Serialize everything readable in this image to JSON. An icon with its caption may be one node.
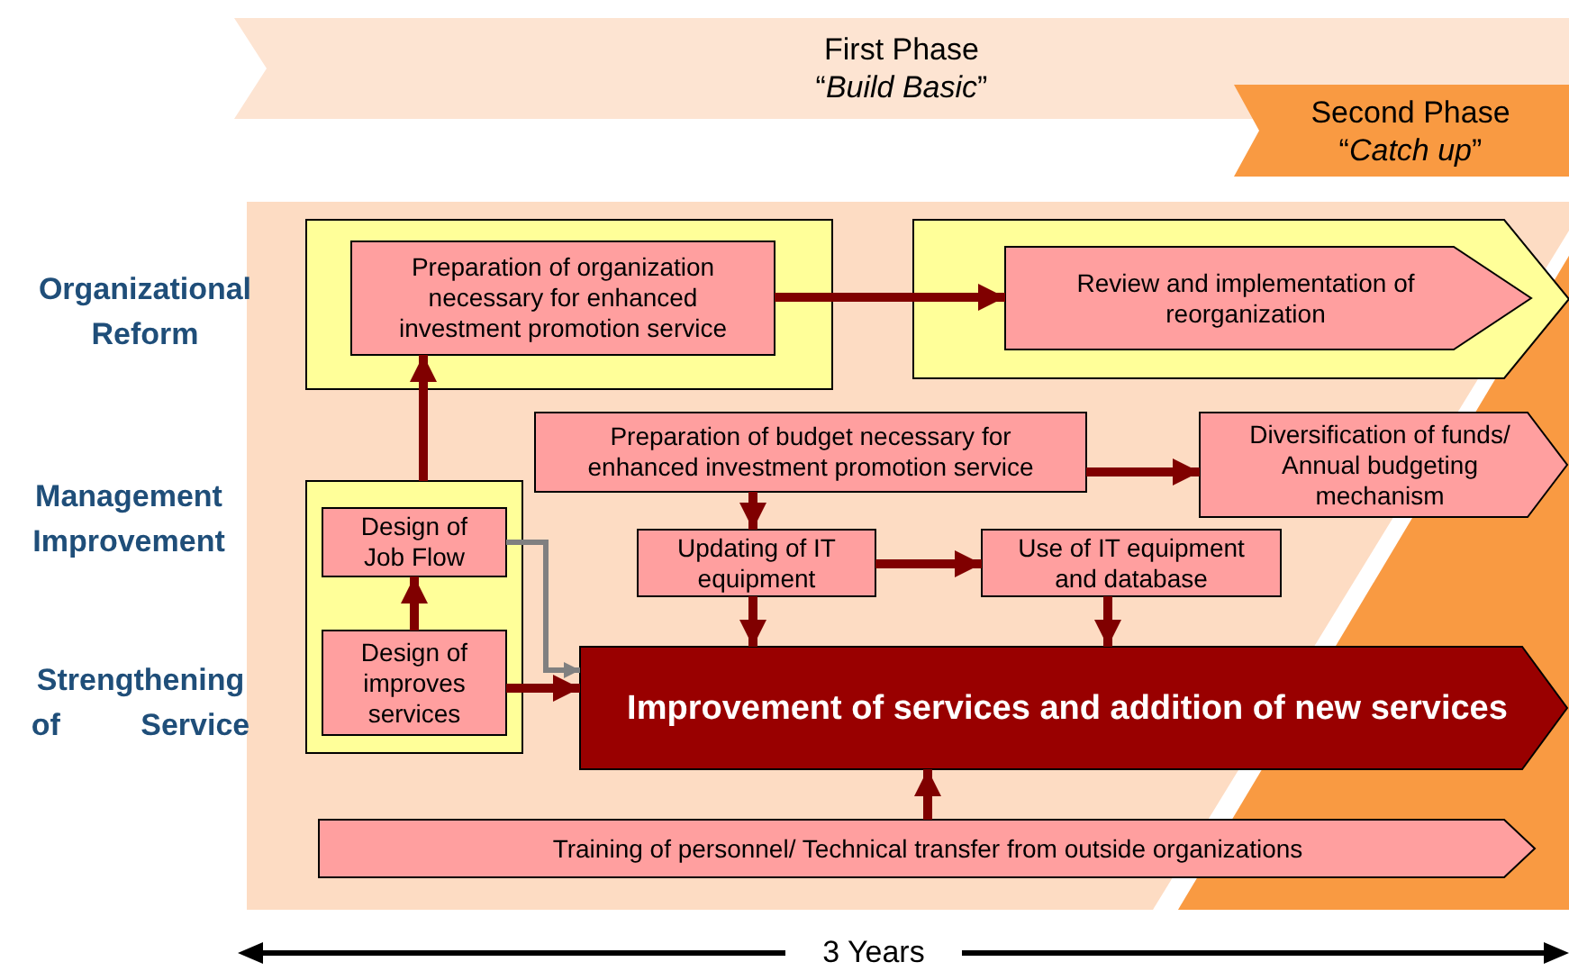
{
  "diagram": {
    "nodes": [
      {
        "text": [
          "First Phase",
          "“*Build Basic*”"
        ]
      },
      {
        "text": [
          "Second Phase",
          "“*Catch up*”"
        ]
      },
      {
        "text": [],
        "shape": "box"
      },
      {
        "text": [
          "Preparation of organization necessary for enhanced investment promotion service"
        ],
        "in": 2
      },
      {
        "text": [],
        "shape": "pentagon"
      },
      {
        "text": [
          "Review and implementation of reorganization"
        ],
        "in": 4
      },
      {
        "text": [
          "Preparation of budget necessary for enhanced investment promotion service"
        ]
      },
      {
        "text": [
          "Diversification of funds/ Annual budgeting mechanism"
        ]
      },
      {
        "text": [],
        "shape": "box"
      },
      {
        "text": [
          "Design of Job Flow"
        ],
        "in": 8
      },
      {
        "text": [
          "Design of improves services"
        ],
        "in": 8
      },
      {
        "text": [
          "Updating of IT equipment"
        ]
      },
      {
        "text": [
          "Use of IT equipment and database"
        ]
      },
      {
        "text": [
          "Improvement of services and addition of new services"
        ]
      },
      {
        "text": [
          "Training of personnel/ Technical transfer from outside organizations"
        ]
      }
    ],
    "edges": [
      {
        "from": 3,
        "to": 5,
        "arrow": "to"
      },
      {
        "from": 8,
        "to": 3,
        "arrow": "to"
      },
      {
        "from": 10,
        "to": 9,
        "arrow": "to"
      },
      {
        "from": 9,
        "to": 13,
        "arrow": "to",
        "color": "#808080"
      },
      {
        "from": 10,
        "to": 13,
        "arrow": "to"
      },
      {
        "from": 6,
        "to": 7,
        "arrow": "to"
      },
      {
        "from": 6,
        "to": 11,
        "arrow": "to"
      },
      {
        "from": 11,
        "to": 12,
        "arrow": "to"
      },
      {
        "from": 11,
        "to": 13,
        "arrow": "to"
      },
      {
        "from": 12,
        "to": 13,
        "arrow": "to"
      },
      {
        "from": 14,
        "to": 13,
        "arrow": "to"
      }
    ],
    "labels": [
      "Organizational Reform",
      "Management Improvement",
      "Strengthening of Service",
      "3 Years"
    ]
  }
}
